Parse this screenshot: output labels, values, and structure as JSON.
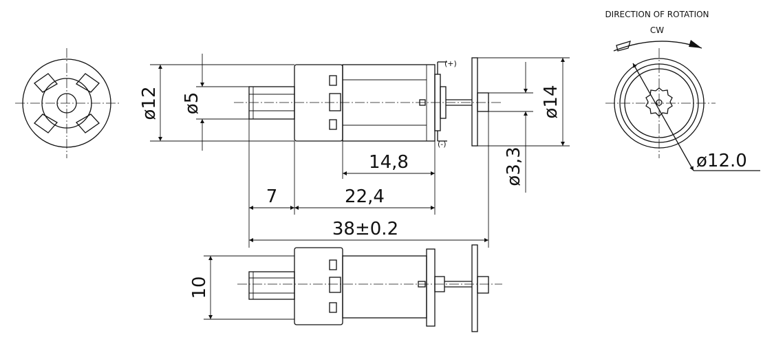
{
  "rotation": {
    "title": "DIRECTION OF ROTATION",
    "direction": "CW"
  },
  "dimensions": {
    "gearbox_dia": "ø12",
    "output_shaft_dia": "ø5",
    "motor_dia": "ø14",
    "motor_shaft_dia": "ø3,3",
    "motor_length": "14,8",
    "shaft_length": "7",
    "body_length": "22,4",
    "overall_length": "38±0.2",
    "flat_width": "10",
    "pitch_dia": "ø12.0"
  },
  "terminals": {
    "positive": "(+)",
    "negative": "(-)"
  },
  "colors": {
    "line": "#111111",
    "background": "#ffffff"
  }
}
